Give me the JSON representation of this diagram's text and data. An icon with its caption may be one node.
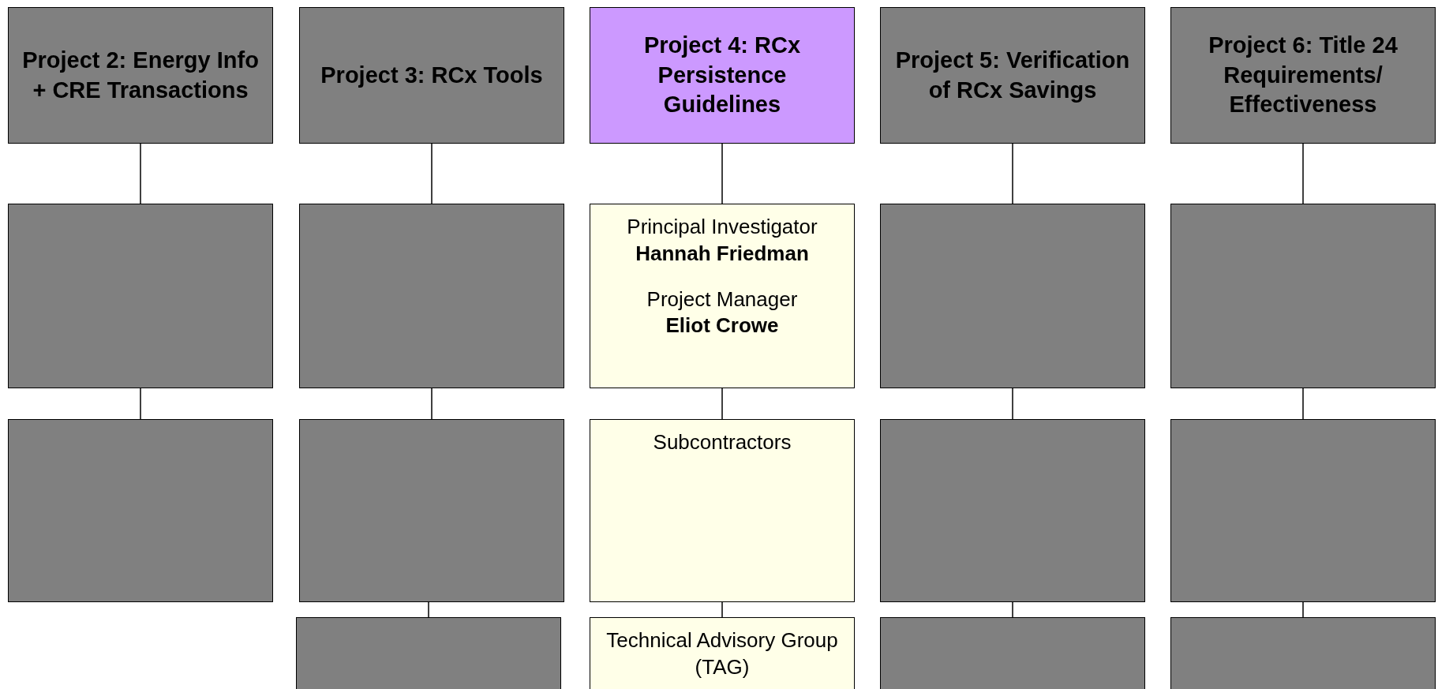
{
  "diagram": {
    "nodes": [
      {
        "text": [
          "Project 2: Energy Info + CRE Transactions"
        ]
      },
      {
        "text": [
          "Project 3: RCx Tools"
        ]
      },
      {
        "text": [
          "Project 4: RCx Persistence Guidelines"
        ]
      },
      {
        "text": [
          "Project 5: Verification of RCx Savings"
        ]
      },
      {
        "text": [
          "Project 6: Title 24 Requirements/ Effectiveness"
        ]
      },
      {
        "text": [],
        "shape": "box"
      },
      {
        "text": [],
        "shape": "box"
      },
      {
        "text": [
          "Principal Investigator",
          "Hannah Friedman",
          "Project Manager",
          "Eliot Crowe"
        ]
      },
      {
        "text": [],
        "shape": "box"
      },
      {
        "text": [],
        "shape": "box"
      },
      {
        "text": [],
        "shape": "box"
      },
      {
        "text": [],
        "shape": "box"
      },
      {
        "text": [
          "Subcontractors"
        ]
      },
      {
        "text": [],
        "shape": "box"
      },
      {
        "text": [],
        "shape": "box"
      },
      {
        "text": [],
        "shape": "box"
      },
      {
        "text": [
          "Technical Advisory Group (TAG)"
        ]
      },
      {
        "text": [],
        "shape": "box"
      },
      {
        "text": [],
        "shape": "box"
      }
    ],
    "edges": [
      {
        "from": 0,
        "to": 5,
        "arrow": "none"
      },
      {
        "from": 1,
        "to": 6,
        "arrow": "none"
      },
      {
        "from": 2,
        "to": 7,
        "arrow": "none"
      },
      {
        "from": 3,
        "to": 8,
        "arrow": "none"
      },
      {
        "from": 4,
        "to": 9,
        "arrow": "none"
      },
      {
        "from": 5,
        "to": 10,
        "arrow": "none"
      },
      {
        "from": 6,
        "to": 11,
        "arrow": "none"
      },
      {
        "from": 7,
        "to": 12,
        "arrow": "none"
      },
      {
        "from": 8,
        "to": 13,
        "arrow": "none"
      },
      {
        "from": 9,
        "to": 14,
        "arrow": "none"
      },
      {
        "from": 11,
        "to": 15,
        "arrow": "none"
      },
      {
        "from": 12,
        "to": 16,
        "arrow": "none"
      },
      {
        "from": 13,
        "to": 17,
        "arrow": "none"
      },
      {
        "from": 14,
        "to": 18,
        "arrow": "none"
      }
    ]
  }
}
